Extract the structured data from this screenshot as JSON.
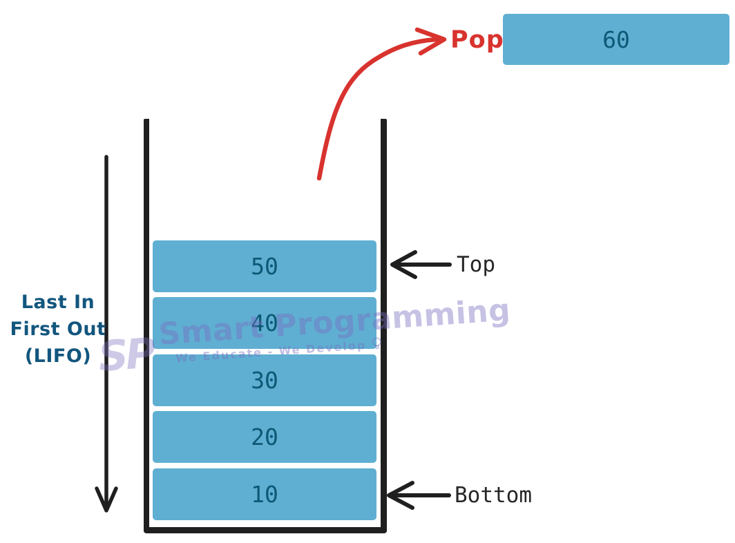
{
  "pop_flow": {
    "label": "Pop",
    "popped_value": "60"
  },
  "stack": {
    "items": [
      {
        "value": "50"
      },
      {
        "value": "40"
      },
      {
        "value": "30"
      },
      {
        "value": "20"
      },
      {
        "value": "10"
      }
    ],
    "top_label": "Top",
    "bottom_label": "Bottom"
  },
  "side_note": {
    "line1": "Last In",
    "line2": "First Out",
    "line3": "(LIFO)"
  },
  "watermark": {
    "logo": "SP",
    "brand": "Smart Programming",
    "tagline": "We Educate - We Develop"
  },
  "colors": {
    "element_fill": "#5fafd2",
    "element_text": "#0d5875",
    "pop_red": "#d8332e",
    "lifo_text": "#12567e",
    "outline_black": "#1f1f1f",
    "watermark_lavender": "#7b72bd"
  }
}
